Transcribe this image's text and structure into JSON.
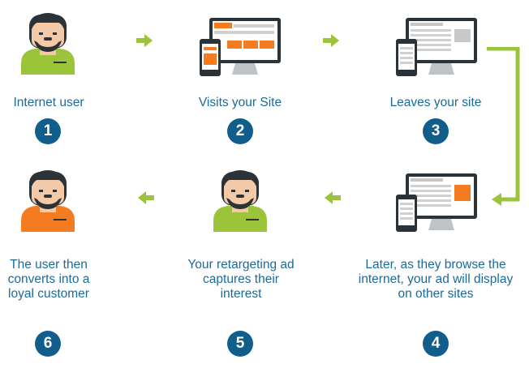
{
  "colors": {
    "accent_green": "#9bc43b",
    "accent_orange": "#f47b20",
    "number_blue": "#115d8c",
    "text_blue": "#1a6a9a",
    "dark": "#2b3238"
  },
  "steps": [
    {
      "number": "1",
      "label": "Internet user",
      "icon": "user-icon"
    },
    {
      "number": "2",
      "label": "Visits your Site",
      "icon": "devices-site-icon"
    },
    {
      "number": "3",
      "label": "Leaves your site",
      "icon": "devices-leave-icon"
    },
    {
      "number": "4",
      "label": "Later, as they browse the internet, your ad will display on other sites",
      "icon": "devices-ad-icon"
    },
    {
      "number": "5",
      "label": "Your retargeting ad captures their interest",
      "icon": "user-icon"
    },
    {
      "number": "6",
      "label": "The user then converts into a loyal customer",
      "icon": "customer-icon"
    }
  ]
}
